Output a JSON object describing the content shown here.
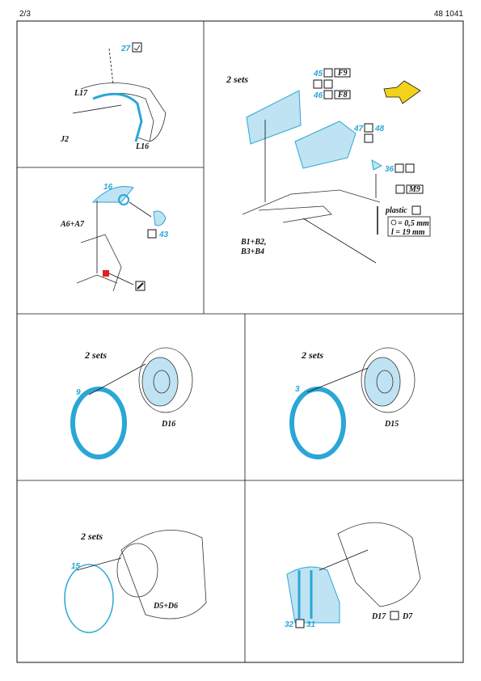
{
  "header": {
    "page": "2/3",
    "code": "48 1041"
  },
  "panels": {
    "p1": {
      "callout_num": "27",
      "labels": [
        "L17",
        "J2",
        "L16"
      ]
    },
    "p2": {
      "title": "2 sets",
      "parts": [
        {
          "num": "45",
          "code": "F9"
        },
        {
          "num": "46",
          "code": "F8"
        },
        {
          "num": "47",
          "code": "48"
        },
        {
          "num": "36"
        }
      ],
      "code_m9": "M9",
      "plastic_label": "plastic",
      "diameter": "= 0,5 mm",
      "length": "l = 19 mm",
      "labels": [
        "B1+B2,",
        "B3+B4"
      ]
    },
    "p3": {
      "num1": "16",
      "num2": "43",
      "label": "A6+A7"
    },
    "p4": {
      "title": "2 sets",
      "num": "9",
      "label": "D16"
    },
    "p5": {
      "title": "2 sets",
      "num": "3",
      "label": "D15"
    },
    "p6": {
      "title": "2 sets",
      "num": "15",
      "label": "D5+D6"
    },
    "p7": {
      "num1": "32",
      "num2": "31",
      "label_a": "D17",
      "label_b": "D7"
    }
  },
  "colors": {
    "part_blue": "#2aa7d6",
    "fill_blue": "#bfe3f2",
    "mark_red": "#e02020",
    "arrow_yellow": "#f2d21a"
  },
  "icons": [
    "glue-icon",
    "paint-icon",
    "bend-icon",
    "remove-icon",
    "flow-arrow-icon"
  ]
}
